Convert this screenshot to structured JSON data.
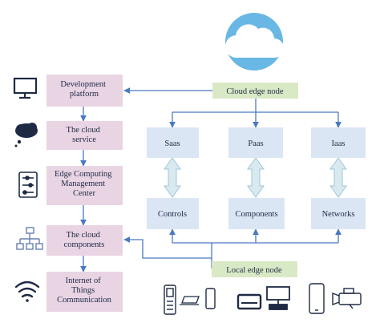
{
  "left_column": [
    {
      "lines": [
        "Development",
        "platform"
      ]
    },
    {
      "lines": [
        "The cloud",
        "service"
      ]
    },
    {
      "lines": [
        "Edge Computing",
        "Management",
        "Center"
      ]
    },
    {
      "lines": [
        "The cloud",
        "components"
      ]
    },
    {
      "lines": [
        "Internet of",
        "Things",
        "Communication"
      ]
    }
  ],
  "cloud_edge_node": "Cloud edge node",
  "local_edge_node": "Local edge node",
  "service_layers": [
    "Saas",
    "Paas",
    "Iaas"
  ],
  "local_layers": [
    "Controls",
    "Components",
    "Networks"
  ],
  "icons": {
    "left": [
      "monitor-icon",
      "cloud-icon",
      "control-panel-icon",
      "hierarchy-icon",
      "wifi-icon"
    ],
    "bottom": [
      "phone-icon",
      "laptop-icon",
      "tablet-icon",
      "server-drive-icon",
      "computer-icon",
      "smartphone-icon",
      "video-camera-icon"
    ],
    "top": "cloud-logo-icon"
  },
  "colors": {
    "pink_box": "#e9d4e4",
    "blue_box": "#dbe6f5",
    "green_box": "#d9e9c6",
    "arrow": "#4a79c4",
    "double_arrow_fill": "#d8eaf0",
    "cloud_circle": "#69b7e4"
  }
}
